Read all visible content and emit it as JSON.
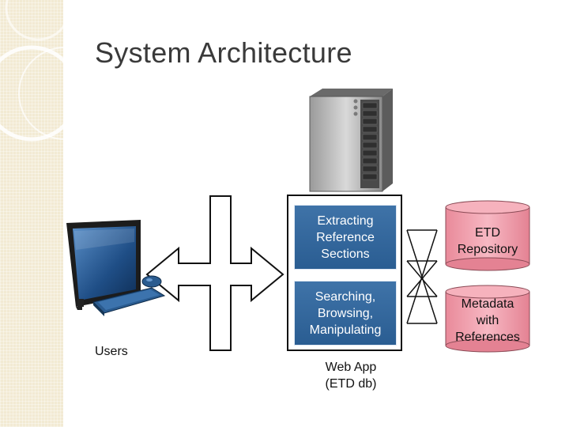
{
  "slide": {
    "title": "System Architecture"
  },
  "diagram": {
    "users_label": "Users",
    "web_app_label_line1": "Web App",
    "web_app_label_line2": "(ETD db)",
    "boxes": [
      {
        "line1": "Extracting",
        "line2": "Reference",
        "line3": "Sections"
      },
      {
        "line1": "Searching,",
        "line2": "Browsing,",
        "line3": "Manipulating"
      }
    ],
    "repositories": [
      {
        "line1": "ETD",
        "line2": "Repository",
        "line3": ""
      },
      {
        "line1": "Metadata",
        "line2": "with",
        "line3": "References"
      }
    ]
  },
  "colors": {
    "box_fill": "#3a6da3",
    "cylinder_fill": "#f2a0ad",
    "band": "#f2ead3"
  },
  "icons": [
    "server-icon",
    "desktop-computer-icon",
    "keyboard-icon",
    "mouse-icon",
    "database-cylinder-icon"
  ]
}
